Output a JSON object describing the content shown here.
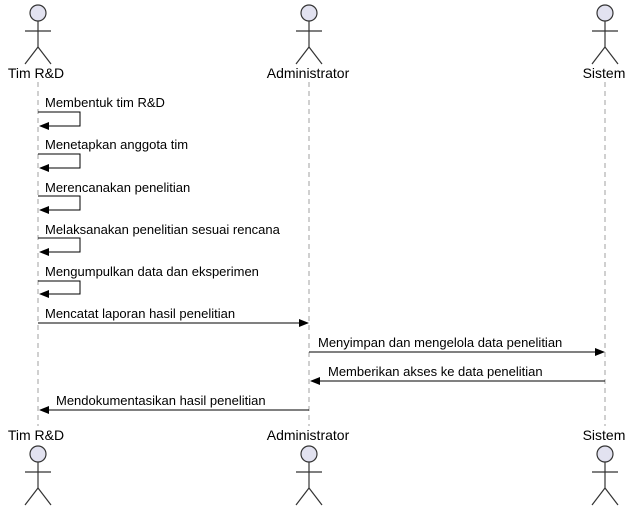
{
  "actors": [
    {
      "id": "rnd",
      "name": "Tim R&D"
    },
    {
      "id": "admin",
      "name": "Administrator"
    },
    {
      "id": "sys",
      "name": "Sistem"
    }
  ],
  "messages": [
    {
      "from": "rnd",
      "to": "rnd",
      "label": "Membentuk tim R&D"
    },
    {
      "from": "rnd",
      "to": "rnd",
      "label": "Menetapkan anggota tim"
    },
    {
      "from": "rnd",
      "to": "rnd",
      "label": "Merencanakan penelitian"
    },
    {
      "from": "rnd",
      "to": "rnd",
      "label": "Melaksanakan penelitian sesuai rencana"
    },
    {
      "from": "rnd",
      "to": "rnd",
      "label": "Mengumpulkan data dan eksperimen"
    },
    {
      "from": "rnd",
      "to": "admin",
      "label": "Mencatat laporan hasil penelitian"
    },
    {
      "from": "admin",
      "to": "sys",
      "label": "Menyimpan dan mengelola data penelitian"
    },
    {
      "from": "sys",
      "to": "admin",
      "label": "Memberikan akses ke data penelitian"
    },
    {
      "from": "admin",
      "to": "rnd",
      "label": "Mendokumentasikan hasil penelitian"
    }
  ],
  "colors": {
    "actor_fill": "#e2e2f0",
    "actor_stroke": "#333333",
    "lifeline": "#a0a0a0",
    "arrow": "#000000"
  }
}
